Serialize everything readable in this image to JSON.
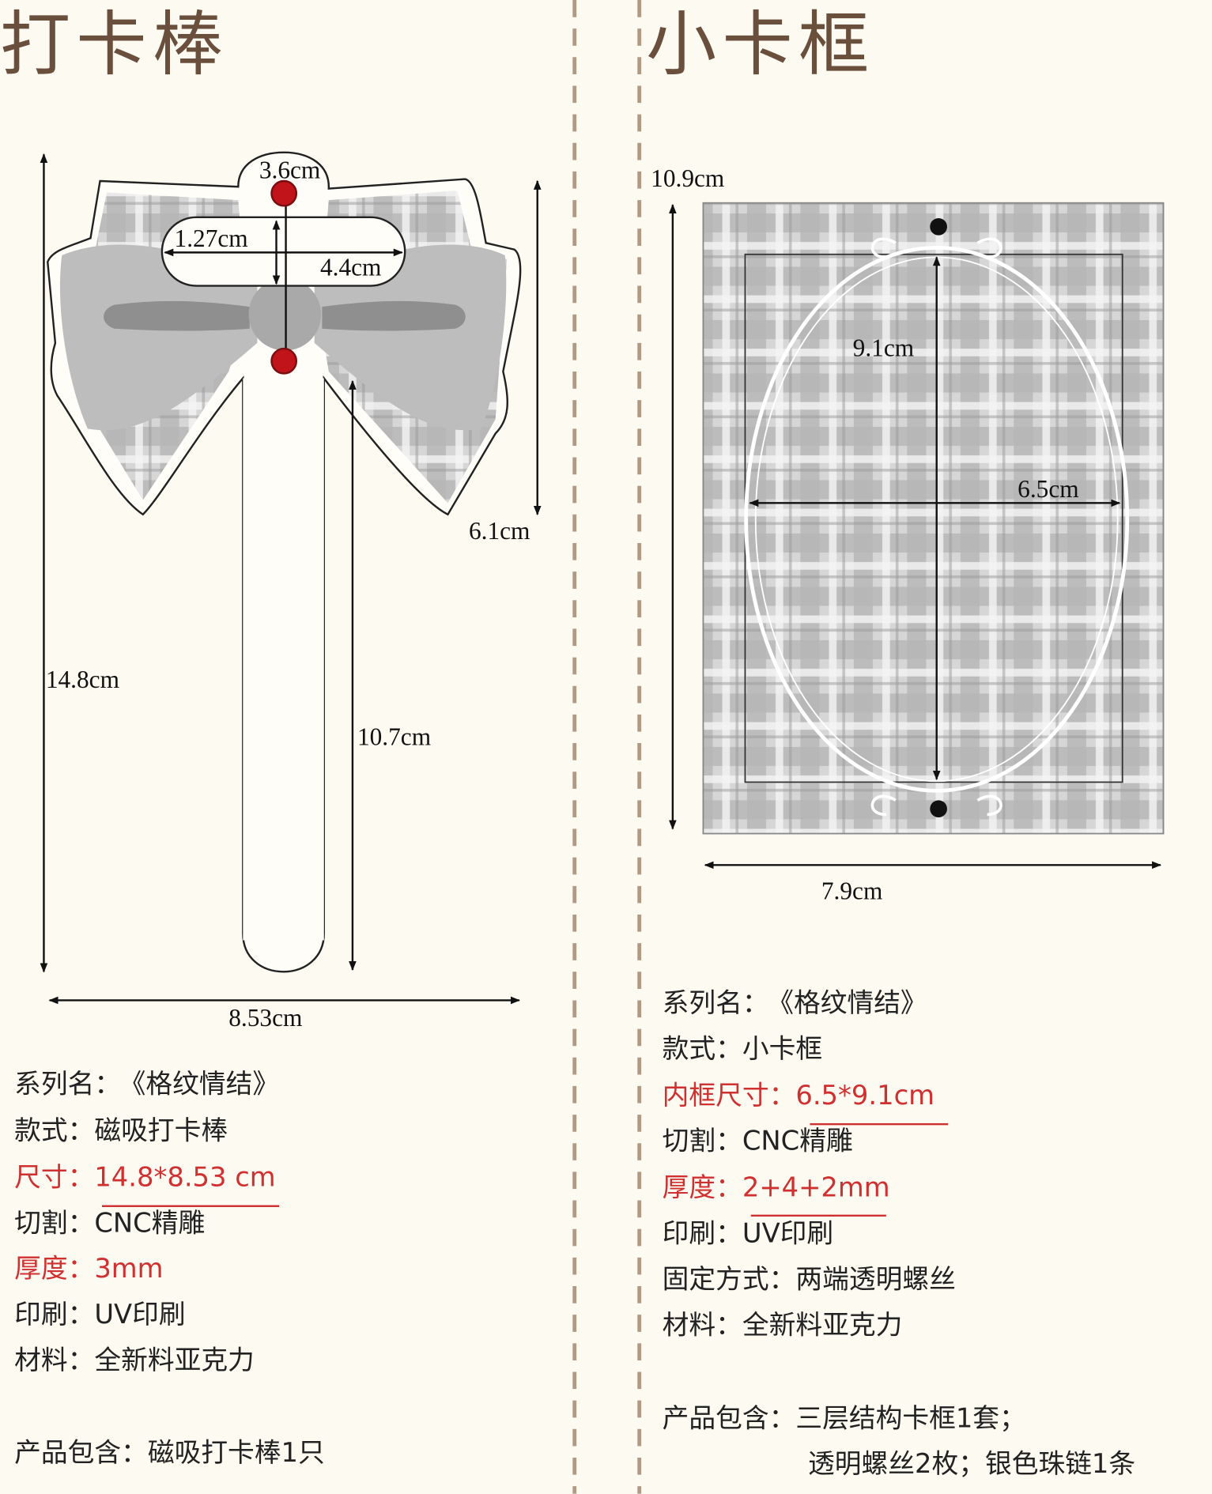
{
  "left": {
    "title": "打卡棒",
    "dimensions": {
      "top_tab": "3.6cm",
      "slot_height": "1.27cm",
      "slot_width": "4.4cm",
      "bow_height": "6.1cm",
      "total_height": "14.8cm",
      "stick_length": "10.7cm",
      "total_width": "8.53cm"
    },
    "specs": [
      {
        "label": "系列名：",
        "value": "《格纹情结》",
        "highlight": false
      },
      {
        "label": "款式：",
        "value": "磁吸打卡棒",
        "highlight": false
      },
      {
        "label": "尺寸：",
        "value": "14.8*8.53 cm",
        "highlight": true
      },
      {
        "label": "切割：",
        "value": "CNC精雕",
        "highlight": false
      },
      {
        "label": "厚度：",
        "value": "3mm",
        "highlight": true
      },
      {
        "label": "印刷：",
        "value": "UV印刷",
        "highlight": false
      },
      {
        "label": "材料：",
        "value": "全新料亚克力",
        "highlight": false
      }
    ],
    "package": {
      "label": "产品包含：",
      "value": "磁吸打卡棒1只"
    }
  },
  "right": {
    "title": "小卡框",
    "dimensions": {
      "total_height": "10.9cm",
      "total_width": "7.9cm",
      "inner_height": "9.1cm",
      "inner_width": "6.5cm"
    },
    "specs": [
      {
        "label": "系列名：",
        "value": "《格纹情结》",
        "highlight": false
      },
      {
        "label": "款式：",
        "value": "小卡框",
        "highlight": false
      },
      {
        "label": "内框尺寸：",
        "value": "6.5*9.1cm",
        "highlight": true
      },
      {
        "label": "切割：",
        "value": "CNC精雕",
        "highlight": false
      },
      {
        "label": "厚度：",
        "value": "2+4+2mm",
        "highlight": true
      },
      {
        "label": "印刷：",
        "value": "UV印刷",
        "highlight": false
      },
      {
        "label": "固定方式：",
        "value": "两端透明螺丝",
        "highlight": false
      },
      {
        "label": "材料：",
        "value": "全新料亚克力",
        "highlight": false
      }
    ],
    "package": {
      "label": "产品包含：",
      "value": "三层结构卡框1套；",
      "value_line2": "透明螺丝2枚；银色珠链1条"
    }
  },
  "colors": {
    "background": "#fdfaf2",
    "title": "#6b4f3d",
    "highlight": "#d0302f",
    "divider": "#b09a85",
    "plaid": "#b9b9b9"
  }
}
